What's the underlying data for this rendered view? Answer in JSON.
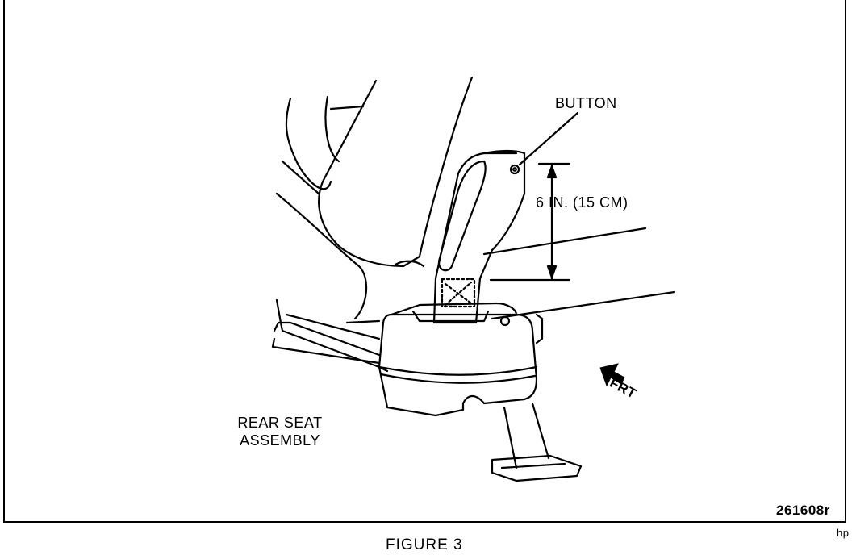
{
  "labels": {
    "button": "BUTTON",
    "dimension": "6 IN. (15 CM)",
    "rear_seat_line1": "REAR SEAT",
    "rear_seat_line2": "ASSEMBLY",
    "front": "FRT",
    "figure_number": "261608r",
    "artist_mark": "hp",
    "caption": "FIGURE 3"
  },
  "icons": {
    "front_arrow": "arrow-front-icon"
  },
  "colors": {
    "ink": "#000000",
    "paper": "#ffffff"
  }
}
